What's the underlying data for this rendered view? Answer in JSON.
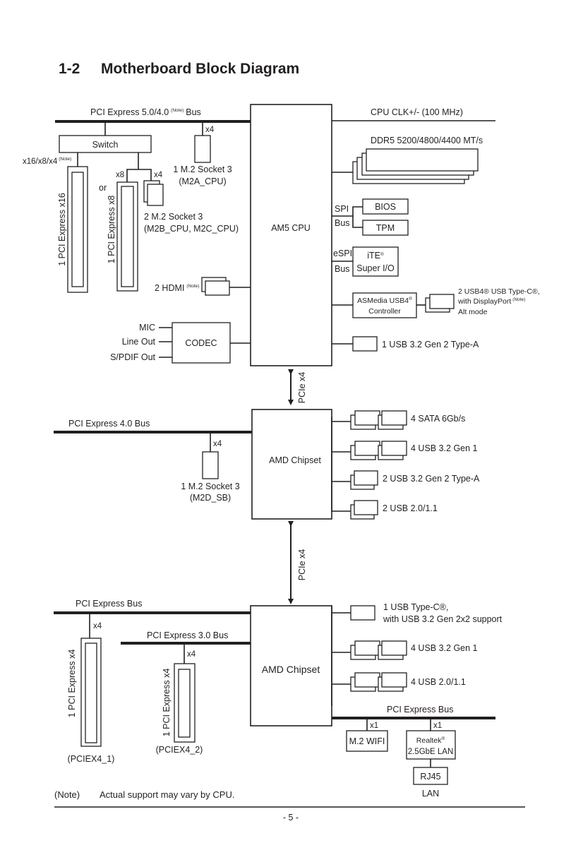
{
  "header": {
    "section_number": "1-2",
    "title": "Motherboard Block Diagram"
  },
  "cpu_section": {
    "cpu_label": "AM5 CPU",
    "pcie_bus_label": "PCI Express 5.0/4.0",
    "pcie_bus_note": "(Note)",
    "pcie_bus_suffix": "Bus",
    "switch_label": "Switch",
    "x16_label": "x16/x8/x4",
    "x16_note": "(Note)",
    "or_label": "or",
    "x8_label": "x8",
    "x4_label": "x4",
    "m2a_lane": "x4",
    "slot_x16_label": "1 PCI Express x16",
    "slot_x8_label": "1 PCI Express x8",
    "m2a_label_1": "1 M.2 Socket 3",
    "m2a_label_2": "(M2A_CPU)",
    "m2bc_label_1": "2 M.2 Socket 3",
    "m2bc_label_2": "(M2B_CPU, M2C_CPU)",
    "hdmi_label": "2 HDMI",
    "hdmi_note": "(Note)",
    "codec_label": "CODEC",
    "audio_ports": [
      "MIC",
      "Line Out",
      "S/PDIF Out"
    ],
    "clk_label": "CPU CLK+/- (100 MHz)",
    "ddr_label": "DDR5 5200/4800/4400 MT/s",
    "spi_label_1": "SPI",
    "spi_label_2": "Bus",
    "bios_label": "BIOS",
    "tpm_label": "TPM",
    "espi_label_1": "eSPI",
    "espi_label_2": "Bus",
    "superio_label_1": "iTE",
    "superio_reg": "®",
    "superio_label_2": "Super I/O",
    "usb4_ctrl_label_1": "ASMedia USB4",
    "usb4_ctrl_reg": "®",
    "usb4_ctrl_label_2": "Controller",
    "usb4_port_line1": "2 USB4® USB Type-C®,",
    "usb4_port_line2": "with DisplayPort",
    "usb4_port_note": "(Note)",
    "usb4_port_line3": "Alt mode",
    "usb_gen2_label": "1 USB 3.2 Gen 2 Type-A"
  },
  "links": {
    "cpu_chipset1": "PCIe x4",
    "chipset1_chipset2": "PCIe x4"
  },
  "chipset1": {
    "label": "AMD Chipset",
    "pcie_bus_label": "PCI Express 4.0 Bus",
    "m2d_lane": "x4",
    "m2d_label_1": "1 M.2 Socket 3",
    "m2d_label_2": "(M2D_SB)",
    "ports": [
      "4 SATA 6Gb/s",
      "4 USB 3.2 Gen 1",
      "2 USB 3.2 Gen 2 Type-A",
      "2 USB 2.0/1.1"
    ]
  },
  "chipset2": {
    "label": "AMD Chipset",
    "pcie_bus_label": "PCI Express Bus",
    "pcie3_bus_label": "PCI Express 3.0 Bus",
    "slot1_lane": "x4",
    "slot2_lane": "x4",
    "slot1_label": "1 PCI Express x4",
    "slot2_label": "1 PCI Express x4",
    "slot1_name": "(PCIEX4_1)",
    "slot2_name": "(PCIEX4_2)",
    "typec_line1": "1 USB Type-C®,",
    "typec_line2": "with USB 3.2 Gen 2x2 support",
    "ports": [
      "4 USB 3.2 Gen 1",
      "4 USB 2.0/1.1"
    ],
    "right_bus_label": "PCI Express Bus",
    "wifi_lane": "x1",
    "lan_lane": "x1",
    "wifi_label": "M.2 WIFI",
    "lan_label_1": "Realtek",
    "lan_reg": "®",
    "lan_label_2": "2.5GbE LAN",
    "rj45_label": "RJ45",
    "lan_port_label": "LAN"
  },
  "footer": {
    "note_tag": "(Note)",
    "note_text": "Actual support may vary by CPU.",
    "page_number": "- 5 -"
  }
}
